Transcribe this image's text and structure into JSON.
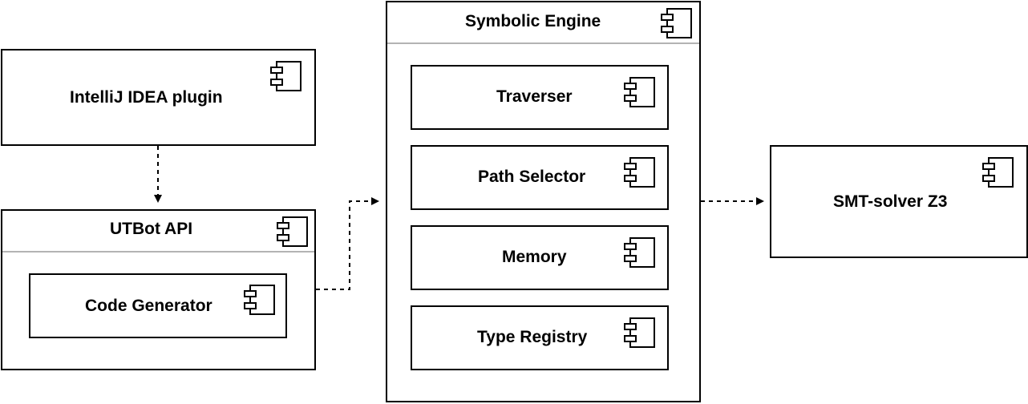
{
  "diagram": {
    "components": {
      "intellij_plugin": {
        "label": "IntelliJ IDEA plugin",
        "icon": "component-icon"
      },
      "utbot_api": {
        "label": "UTBot API",
        "icon": "component-icon"
      },
      "code_generator": {
        "label": "Code Generator",
        "icon": "component-icon"
      },
      "symbolic_engine": {
        "label": "Symbolic Engine",
        "icon": "component-icon"
      },
      "traverser": {
        "label": "Traverser",
        "icon": "component-icon"
      },
      "path_selector": {
        "label": "Path Selector",
        "icon": "component-icon"
      },
      "memory": {
        "label": "Memory",
        "icon": "component-icon"
      },
      "type_registry": {
        "label": "Type Registry",
        "icon": "component-icon"
      },
      "smt_solver": {
        "label": "SMT-solver Z3",
        "icon": "component-icon"
      }
    },
    "connections": [
      {
        "from": "intellij_plugin",
        "to": "utbot_api",
        "style": "dashed-arrow"
      },
      {
        "from": "utbot_api",
        "to": "symbolic_engine",
        "style": "dashed-arrow"
      },
      {
        "from": "symbolic_engine",
        "to": "smt_solver",
        "style": "dashed-arrow"
      }
    ],
    "colors": {
      "stroke": "#000000",
      "divider": "#b3b3b3",
      "background": "#ffffff"
    }
  }
}
